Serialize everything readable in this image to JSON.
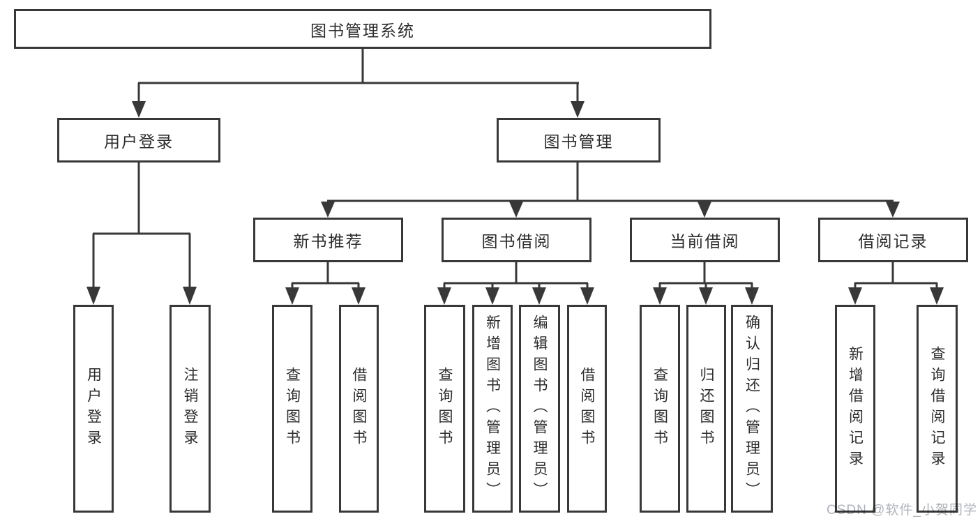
{
  "colors": {
    "line": "#383838",
    "text": "#2d2d2d",
    "background": "#ffffff",
    "watermark": "#aeb3ba"
  },
  "diagram": {
    "root": {
      "label": "图书管理系统"
    },
    "branches": [
      {
        "label": "用户登录",
        "children": [
          {
            "label": "用户登录"
          },
          {
            "label": "注销登录"
          }
        ]
      },
      {
        "label": "图书管理",
        "children": [
          {
            "label": "新书推荐",
            "children": [
              {
                "label": "查询图书"
              },
              {
                "label": "借阅图书"
              }
            ]
          },
          {
            "label": "图书借阅",
            "children": [
              {
                "label": "查询图书"
              },
              {
                "label": "新增图书（管理员）"
              },
              {
                "label": "编辑图书（管理员）"
              },
              {
                "label": "借阅图书"
              }
            ]
          },
          {
            "label": "当前借阅",
            "children": [
              {
                "label": "查询图书"
              },
              {
                "label": "归还图书"
              },
              {
                "label": "确认归还（管理员）"
              }
            ]
          },
          {
            "label": "借阅记录",
            "children": [
              {
                "label": "新增借阅记录"
              },
              {
                "label": "查询借阅记录"
              }
            ]
          }
        ]
      }
    ]
  },
  "watermark": {
    "text": "CSDN @软件_小贺同学"
  }
}
